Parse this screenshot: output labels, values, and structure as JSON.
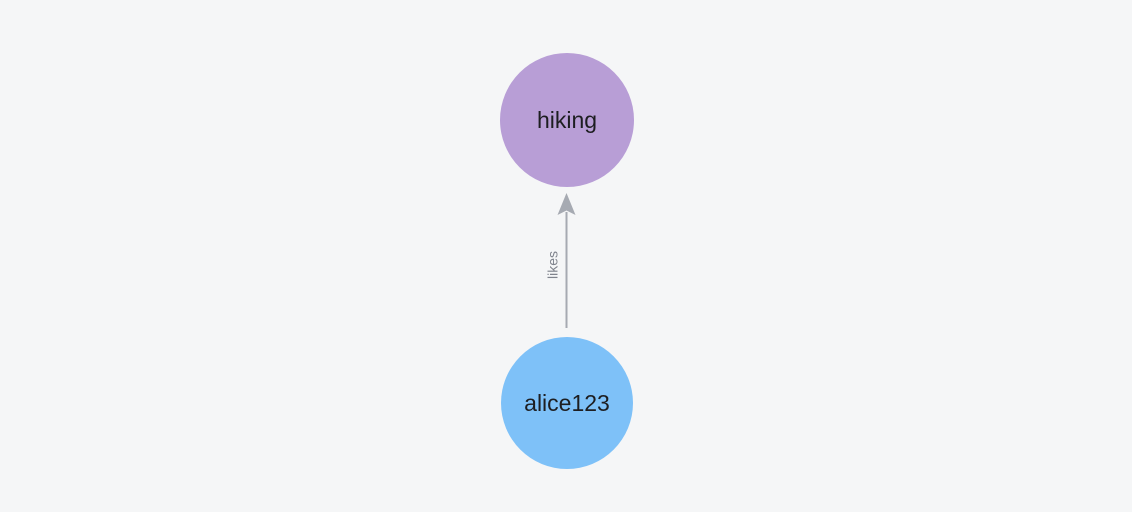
{
  "canvas": {
    "background": "#f5f6f7"
  },
  "graph": {
    "nodes": [
      {
        "id": "hiking",
        "label": "hiking",
        "color": "#b89ed6",
        "text_color": "#1d1e21"
      },
      {
        "id": "alice123",
        "label": "alice123",
        "color": "#7ec1f8",
        "text_color": "#1d1e21"
      }
    ],
    "edges": [
      {
        "from": "alice123",
        "to": "hiking",
        "label": "likes",
        "color": "#a6aab2",
        "label_color": "#7f838c"
      }
    ]
  }
}
